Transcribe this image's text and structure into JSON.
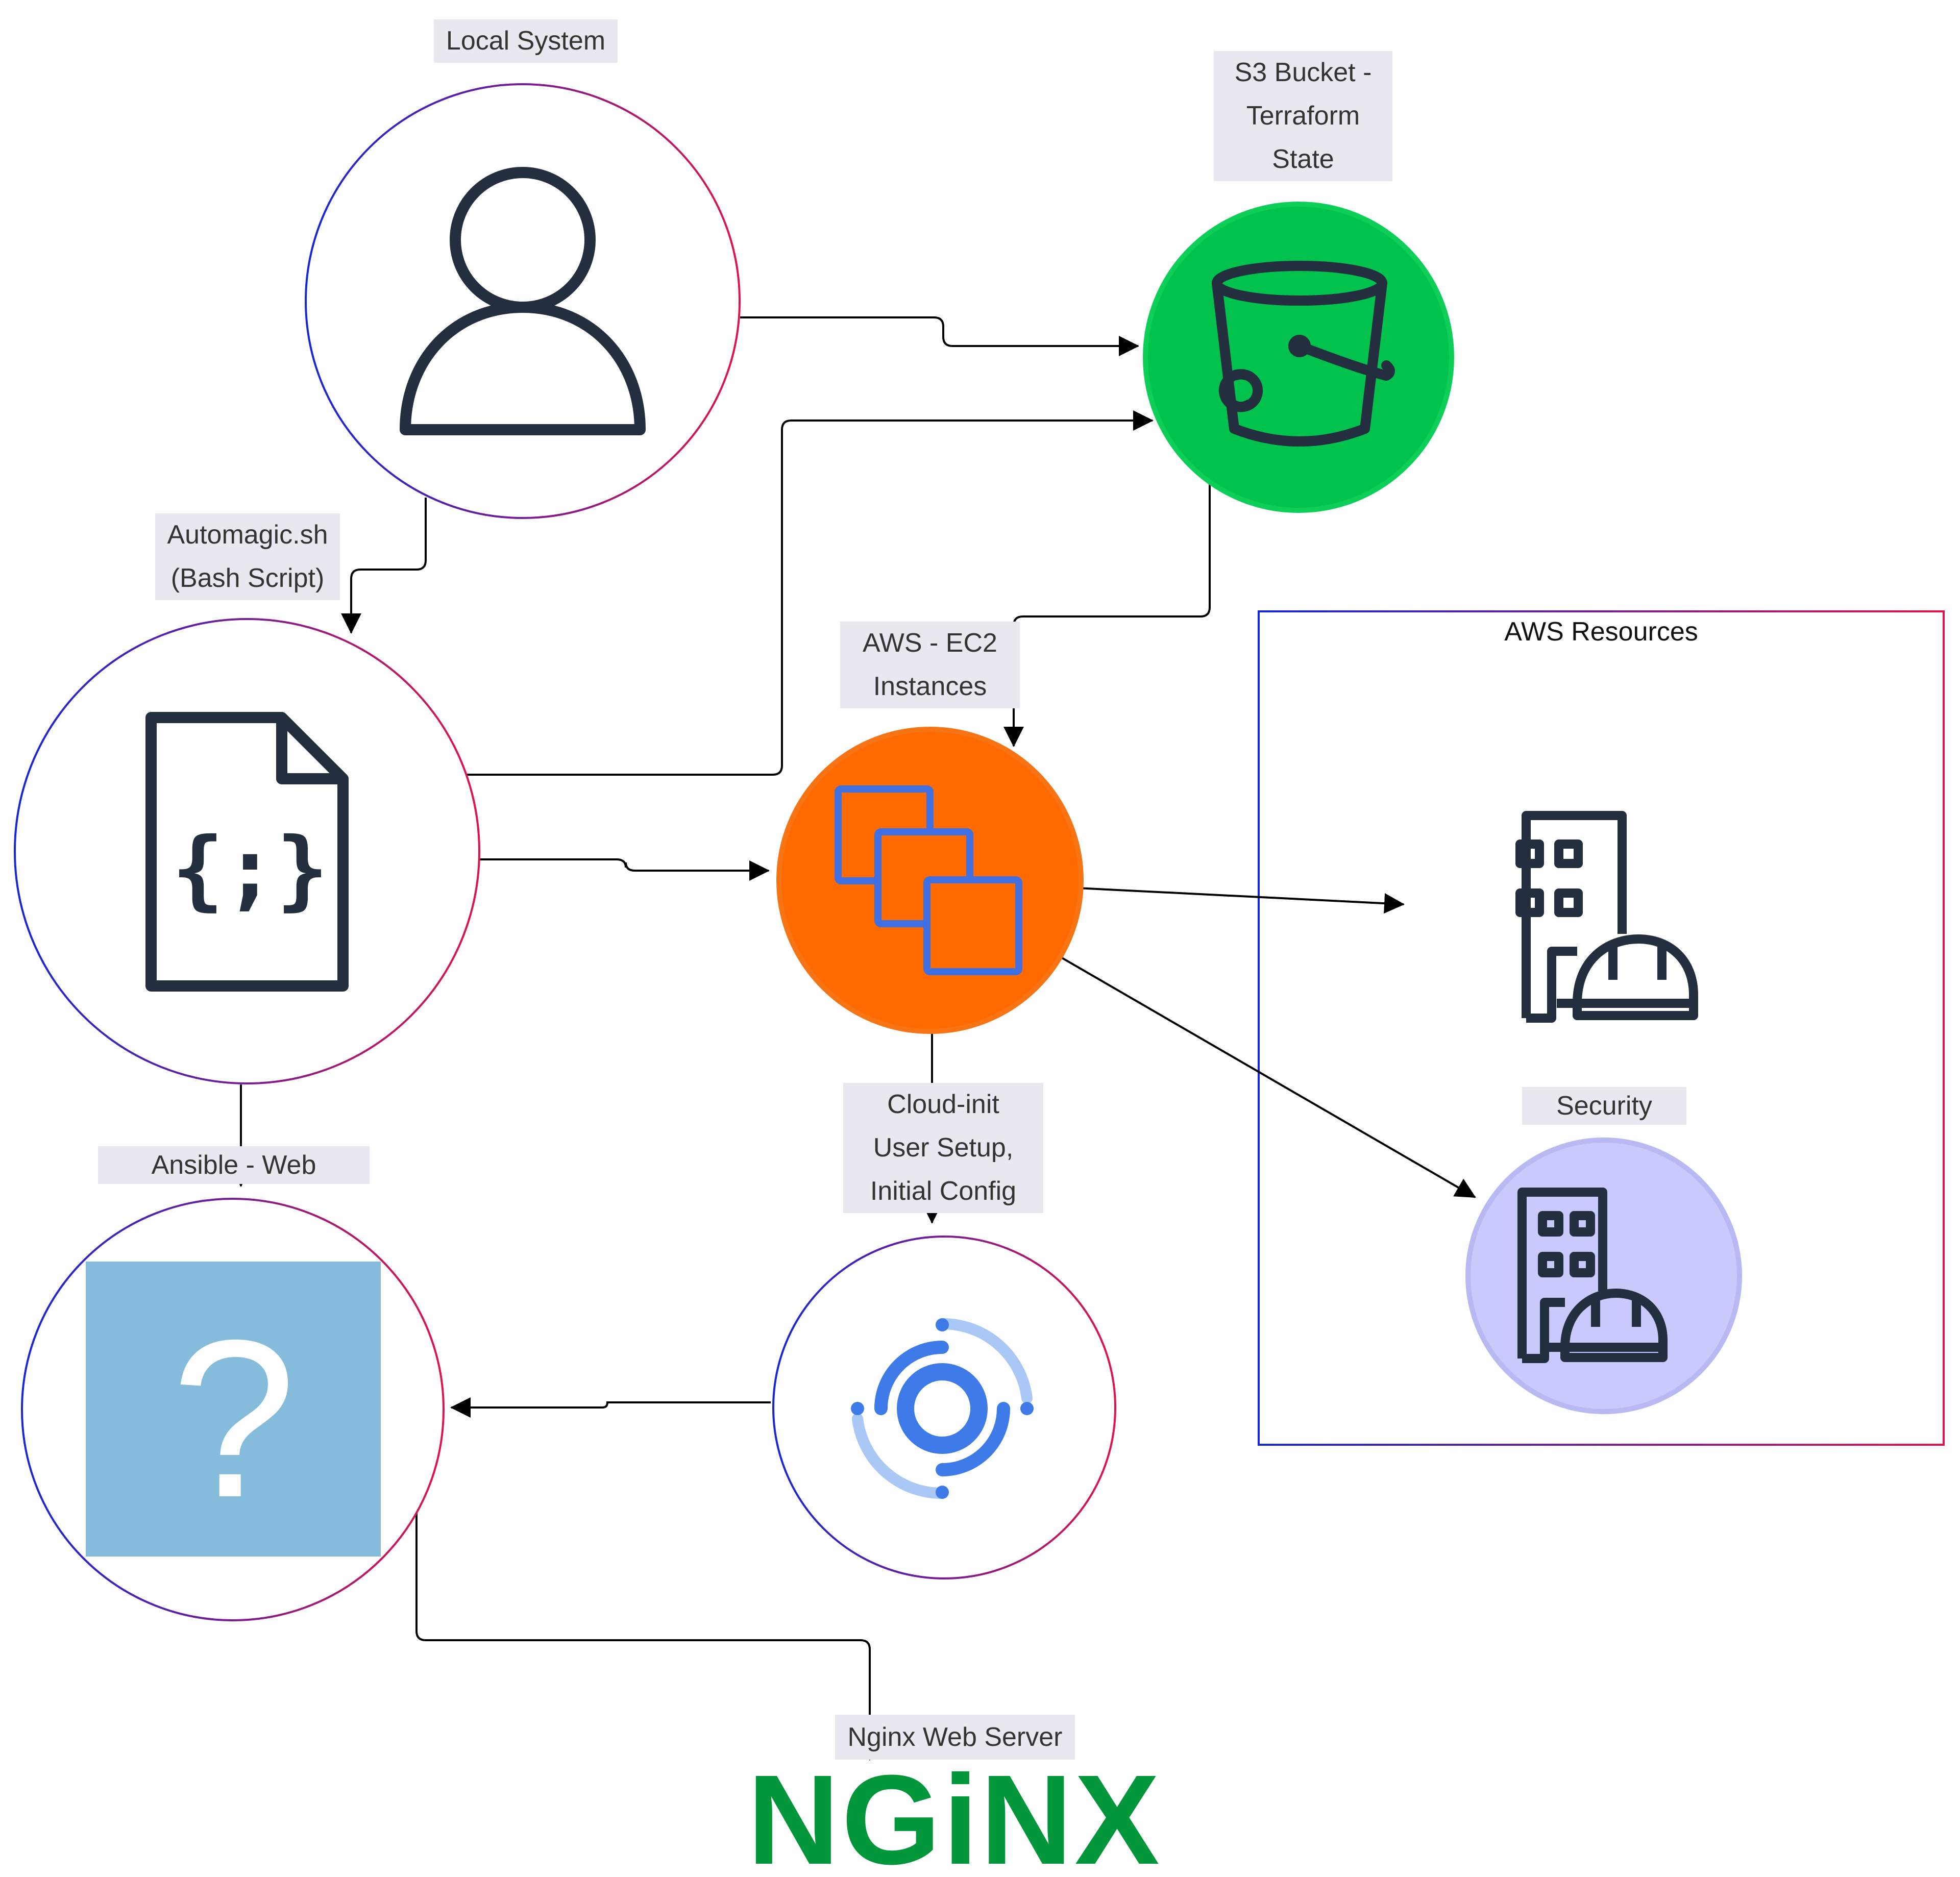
{
  "nodes": {
    "local_system": {
      "label": "Local System",
      "icon": "user-icon"
    },
    "s3_bucket": {
      "label": "S3 Bucket -\nTerraform\nState",
      "icon": "s3-bucket-icon",
      "color": "#00c24c"
    },
    "automagic": {
      "label": "Automagic.sh\n(Bash Script)",
      "icon": "script-file-icon"
    },
    "ec2": {
      "label": "AWS - EC2\nInstances",
      "icon": "ec2-instances-icon",
      "color": "#ff6a00"
    },
    "cloud_init": {
      "label": "Cloud-init\nUser Setup,\nInitial Config",
      "icon": "cloud-init-icon"
    },
    "ansible": {
      "label": "Ansible - Web",
      "icon": "unknown-image-icon",
      "glyph": "?"
    },
    "nginx": {
      "label": "Nginx Web Server",
      "logo_text": "NGiNX",
      "color": "#009639"
    },
    "aws_resource": {
      "icon": "building-hardhat-icon"
    },
    "security": {
      "label": "Security",
      "icon": "building-hardhat-icon",
      "color": "#c9c9fb"
    }
  },
  "group": {
    "title": "AWS Resources"
  },
  "colors": {
    "circle_stroke_start": "#1428d8",
    "circle_stroke_end": "#e0144c",
    "label_bg": "#e8e9f0",
    "icon_dark": "#232f3e",
    "ec2_blue": "#3f6fe0"
  }
}
